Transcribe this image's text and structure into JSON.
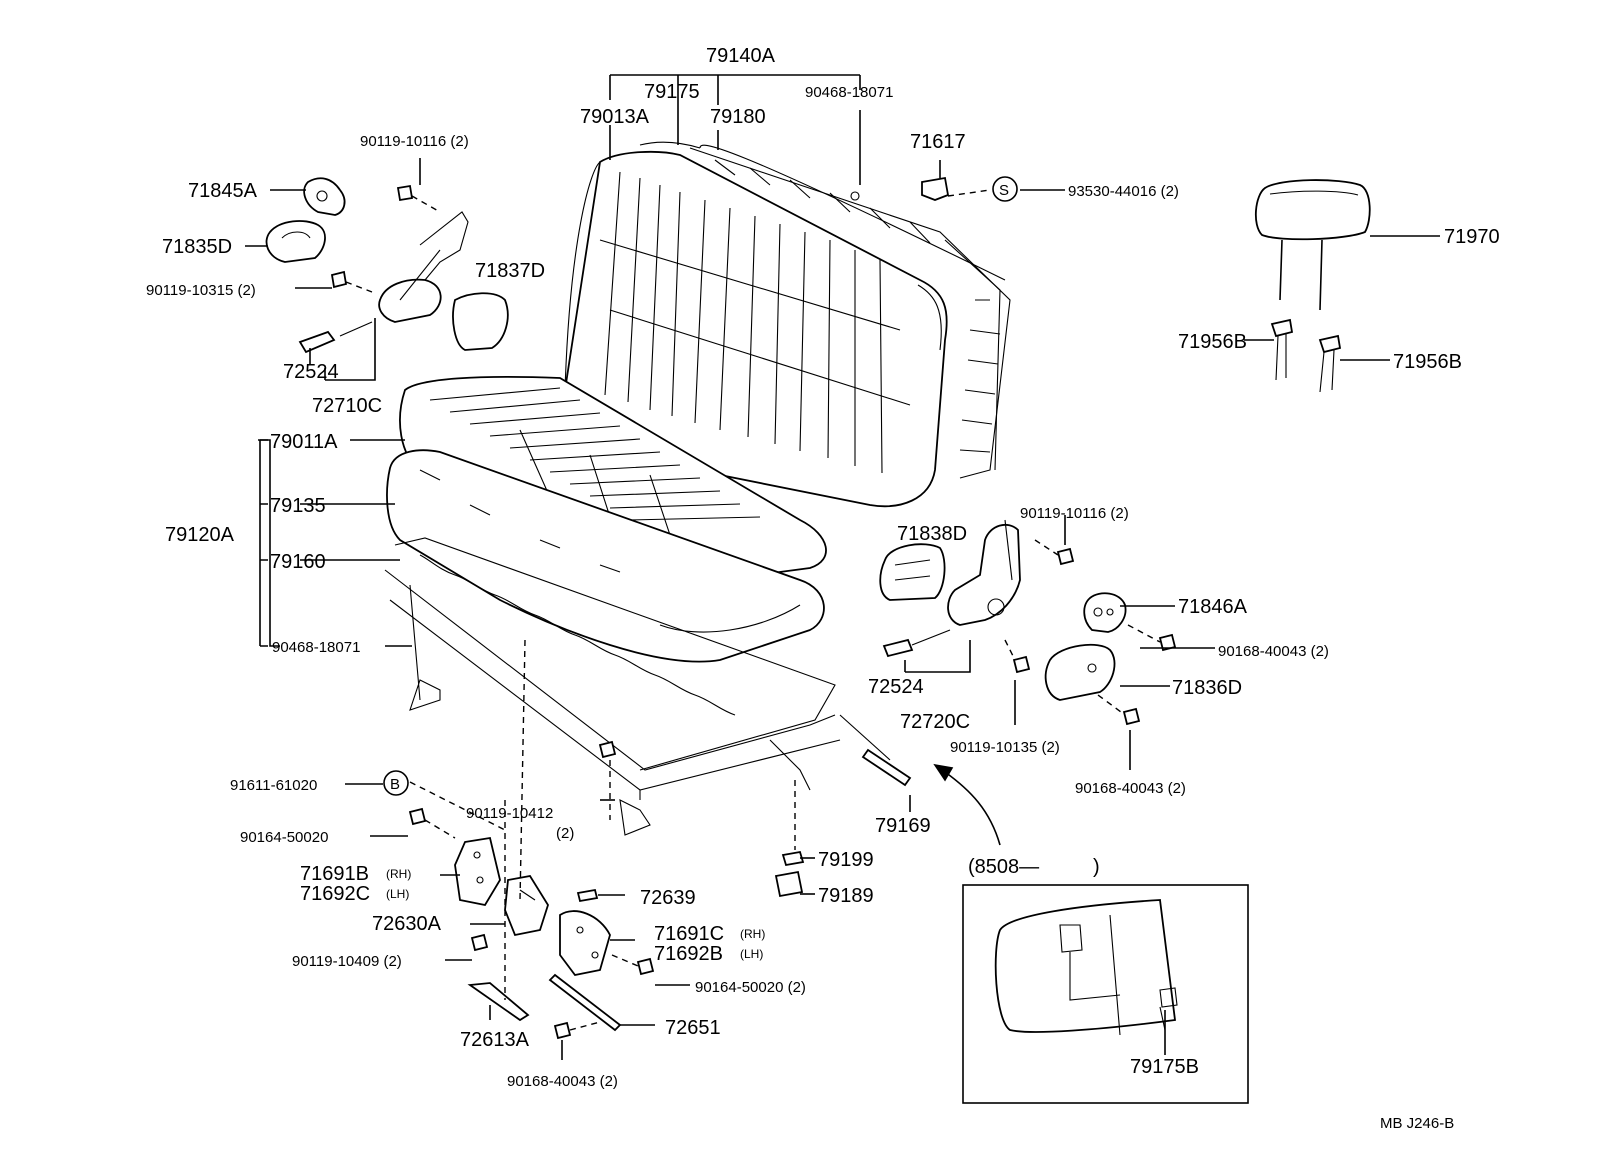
{
  "labels": {
    "l_79140A": "79140A",
    "l_79175": "79175",
    "l_79013A": "79013A",
    "l_79180": "79180",
    "l_90468_18071_top": "90468-18071",
    "l_71617": "71617",
    "l_93530": "93530-44016 (2)",
    "l_s_mark": "S",
    "l_71970": "71970",
    "l_71956B_l": "71956B",
    "l_71956B_r": "71956B",
    "l_90119_10116_tl": "90119-10116 (2)",
    "l_71845A": "71845A",
    "l_71835D": "71835D",
    "l_71837D": "71837D",
    "l_90119_10315": "90119-10315 (2)",
    "l_72524_l": "72524",
    "l_72710C": "72710C",
    "l_79011A": "79011A",
    "l_79135": "79135",
    "l_79120A": "79120A",
    "l_79160": "79160",
    "l_90468_18071_l": "90468-18071",
    "l_71838D": "71838D",
    "l_90119_10116_r": "90119-10116 (2)",
    "l_71846A": "71846A",
    "l_90168_40043_r1": "90168-40043 (2)",
    "l_72524_r": "72524",
    "l_71836D": "71836D",
    "l_72720C": "72720C",
    "l_90119_10135": "90119-10135 (2)",
    "l_90168_40043_r2": "90168-40043 (2)",
    "l_91611": "91611-61020",
    "l_b_mark": "B",
    "l_90119_10412": "90119-10412",
    "l_90119_10412_q": "(2)",
    "l_79169": "79169",
    "l_90164_50020_l": "90164-50020",
    "l_71691B": "71691B",
    "l_71691B_s": "(RH)",
    "l_71692C": "71692C",
    "l_71692C_s": "(LH)",
    "l_79199": "79199",
    "l_79189": "79189",
    "l_72639": "72639",
    "l_72630A": "72630A",
    "l_71691C": "71691C",
    "l_71691C_s": "(RH)",
    "l_71692B": "71692B",
    "l_71692B_s": "(LH)",
    "l_90119_10409": "90119-10409 (2)",
    "l_90164_50020_r": "90164-50020 (2)",
    "l_72613A": "72613A",
    "l_72651": "72651",
    "l_90168_40043_b": "90168-40043 (2)",
    "l_8508": "(8508—",
    "l_8508_close": ")",
    "l_79175B": "79175B",
    "l_ref": "MB  J246-B"
  }
}
